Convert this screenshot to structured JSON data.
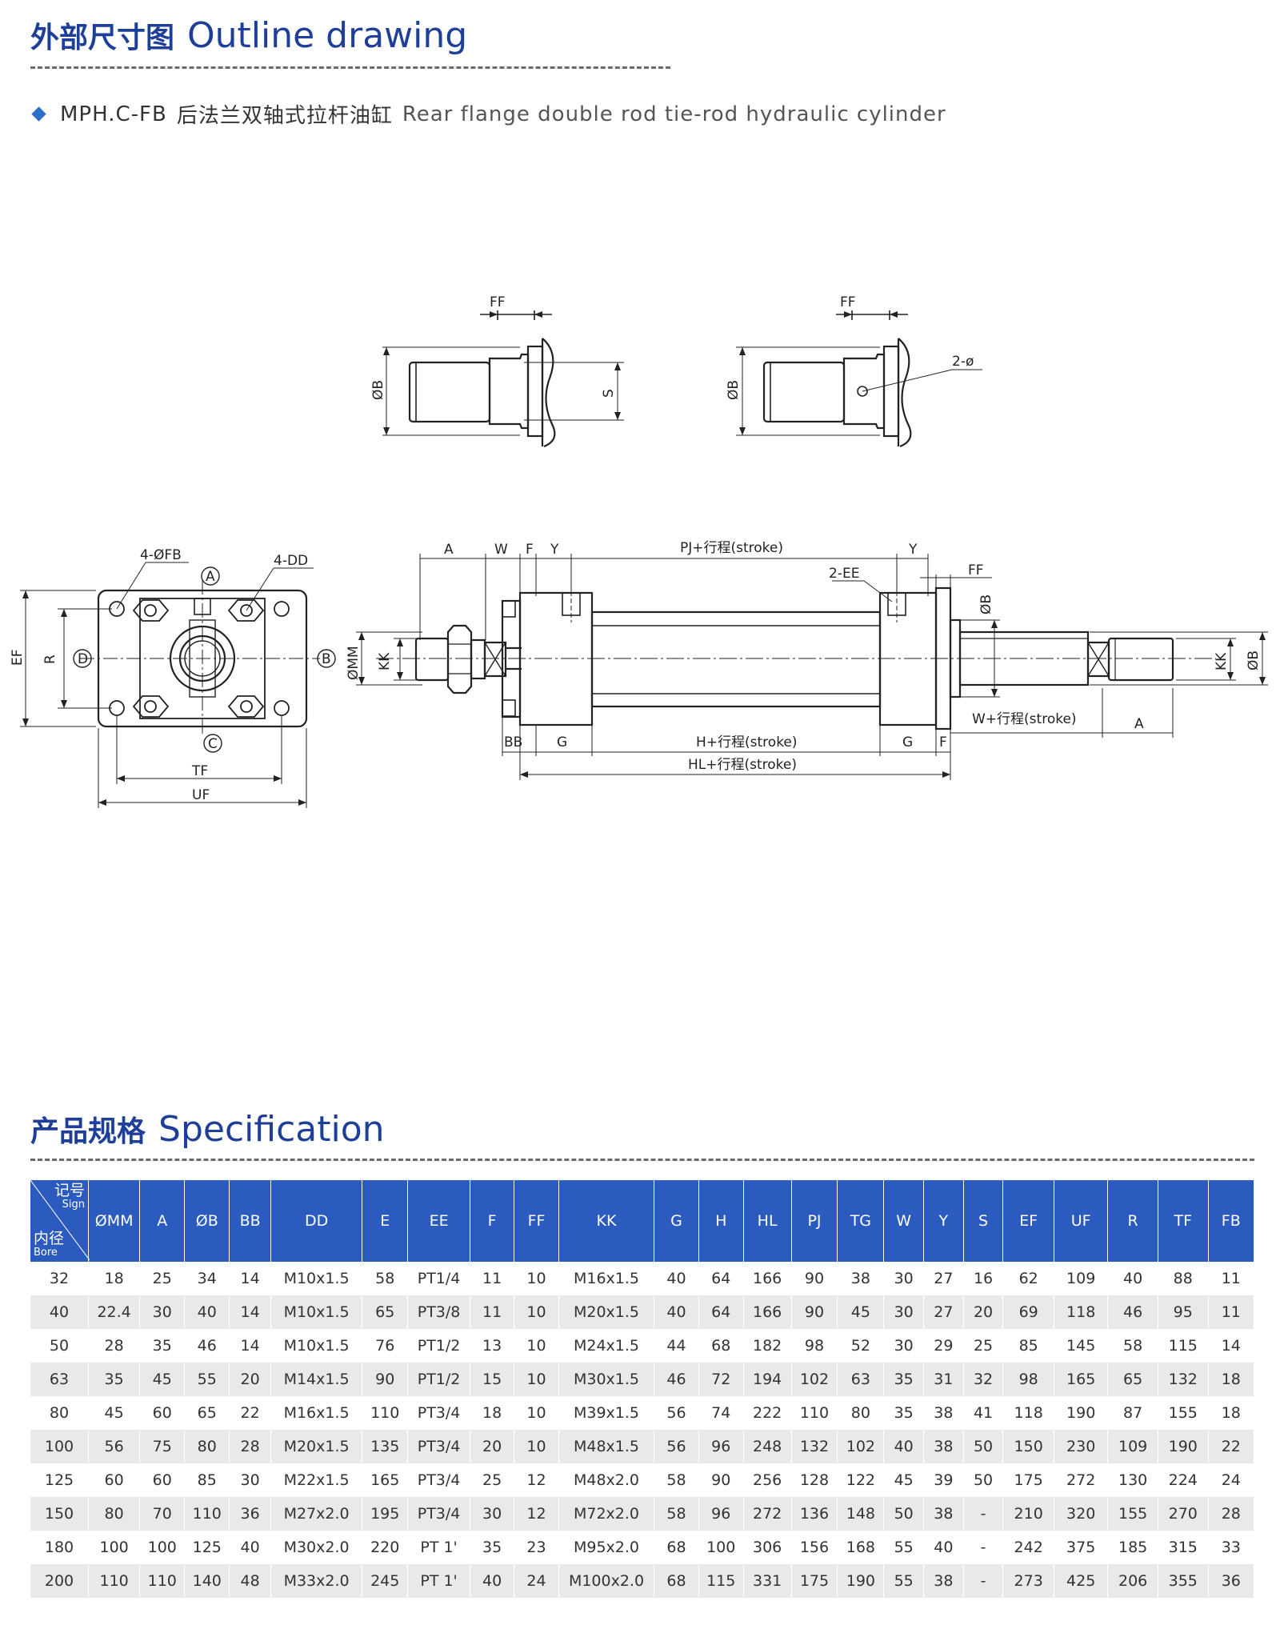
{
  "outline": {
    "title_cn": "外部尺寸图",
    "title_en": "Outline drawing"
  },
  "subtitle": {
    "model": "MPH.C-FB",
    "name_cn": "后法兰双轴式拉杆油缸",
    "name_en": "Rear flange double rod tie-rod hydraulic cylinder"
  },
  "drawing_labels": {
    "ff": "FF",
    "phi_b": "ØB",
    "s": "S",
    "two_phi": "2-ø",
    "four_phi_fb": "4-ØFB",
    "four_dd": "4-DD",
    "circle_a": "A",
    "circle_b": "B",
    "circle_c": "C",
    "circle_d": "D",
    "ef": "EF",
    "r": "R",
    "tf": "TF",
    "uf": "UF",
    "a": "A",
    "w": "W",
    "f": "F",
    "y": "Y",
    "pj": "PJ+行程(stroke)",
    "two_ee": "2-EE",
    "phi_mm": "ØMM",
    "kk": "KK",
    "bb": "BB",
    "g": "G",
    "h": "H+行程(stroke)",
    "hl": "HL+行程(stroke)",
    "w_stroke": "W+行程(stroke)"
  },
  "specification": {
    "title_cn": "产品规格",
    "title_en": "Specification",
    "corner": {
      "sign_cn": "记号",
      "sign_en": "Sign",
      "bore_cn": "内径",
      "bore_en": "Bore"
    },
    "columns": [
      "ØMM",
      "A",
      "ØB",
      "BB",
      "DD",
      "E",
      "EE",
      "F",
      "FF",
      "KK",
      "G",
      "H",
      "HL",
      "PJ",
      "TG",
      "W",
      "Y",
      "S",
      "EF",
      "UF",
      "R",
      "TF",
      "FB"
    ],
    "rows": [
      [
        "32",
        "18",
        "25",
        "34",
        "14",
        "M10x1.5",
        "58",
        "PT1/4",
        "11",
        "10",
        "M16x1.5",
        "40",
        "64",
        "166",
        "90",
        "38",
        "30",
        "27",
        "16",
        "62",
        "109",
        "40",
        "88",
        "11"
      ],
      [
        "40",
        "22.4",
        "30",
        "40",
        "14",
        "M10x1.5",
        "65",
        "PT3/8",
        "11",
        "10",
        "M20x1.5",
        "40",
        "64",
        "166",
        "90",
        "45",
        "30",
        "27",
        "20",
        "69",
        "118",
        "46",
        "95",
        "11"
      ],
      [
        "50",
        "28",
        "35",
        "46",
        "14",
        "M10x1.5",
        "76",
        "PT1/2",
        "13",
        "10",
        "M24x1.5",
        "44",
        "68",
        "182",
        "98",
        "52",
        "30",
        "29",
        "25",
        "85",
        "145",
        "58",
        "115",
        "14"
      ],
      [
        "63",
        "35",
        "45",
        "55",
        "20",
        "M14x1.5",
        "90",
        "PT1/2",
        "15",
        "10",
        "M30x1.5",
        "46",
        "72",
        "194",
        "102",
        "63",
        "35",
        "31",
        "32",
        "98",
        "165",
        "65",
        "132",
        "18"
      ],
      [
        "80",
        "45",
        "60",
        "65",
        "22",
        "M16x1.5",
        "110",
        "PT3/4",
        "18",
        "10",
        "M39x1.5",
        "56",
        "74",
        "222",
        "110",
        "80",
        "35",
        "38",
        "41",
        "118",
        "190",
        "87",
        "155",
        "18"
      ],
      [
        "100",
        "56",
        "75",
        "80",
        "28",
        "M20x1.5",
        "135",
        "PT3/4",
        "20",
        "10",
        "M48x1.5",
        "56",
        "96",
        "248",
        "132",
        "102",
        "40",
        "38",
        "50",
        "150",
        "230",
        "109",
        "190",
        "22"
      ],
      [
        "125",
        "60",
        "60",
        "85",
        "30",
        "M22x1.5",
        "165",
        "PT3/4",
        "25",
        "12",
        "M48x2.0",
        "58",
        "90",
        "256",
        "128",
        "122",
        "45",
        "39",
        "50",
        "175",
        "272",
        "130",
        "224",
        "24"
      ],
      [
        "150",
        "80",
        "70",
        "110",
        "36",
        "M27x2.0",
        "195",
        "PT3/4",
        "30",
        "12",
        "M72x2.0",
        "58",
        "96",
        "272",
        "136",
        "148",
        "50",
        "38",
        "-",
        "210",
        "320",
        "155",
        "270",
        "28"
      ],
      [
        "180",
        "100",
        "100",
        "125",
        "40",
        "M30x2.0",
        "220",
        "PT 1'",
        "35",
        "23",
        "M95x2.0",
        "68",
        "100",
        "306",
        "156",
        "168",
        "55",
        "40",
        "-",
        "242",
        "375",
        "185",
        "315",
        "33"
      ],
      [
        "200",
        "110",
        "110",
        "140",
        "48",
        "M33x2.0",
        "245",
        "PT 1'",
        "40",
        "24",
        "M100x2.0",
        "68",
        "115",
        "331",
        "175",
        "190",
        "55",
        "38",
        "-",
        "273",
        "425",
        "206",
        "355",
        "36"
      ]
    ]
  }
}
